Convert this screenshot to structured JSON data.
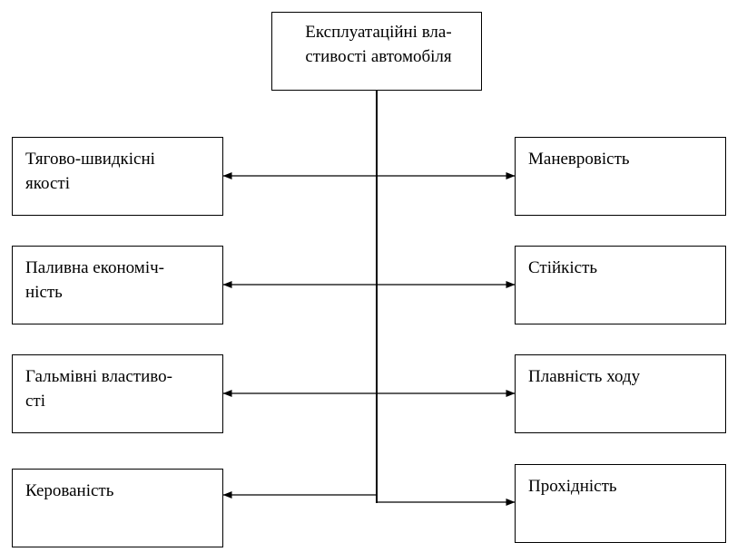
{
  "root": {
    "lines": [
      "Експлуатаційні вла-",
      "стивості автомобіля"
    ]
  },
  "left": [
    {
      "lines": [
        "Тягово-швидкісні",
        "якості"
      ]
    },
    {
      "lines": [
        "Паливна економіч-",
        "ність"
      ]
    },
    {
      "lines": [
        "Гальмівні властиво-",
        "сті"
      ]
    },
    {
      "lines": [
        "Керованість"
      ]
    }
  ],
  "right": [
    {
      "lines": [
        "Маневровість"
      ]
    },
    {
      "lines": [
        "Стійкість"
      ]
    },
    {
      "lines": [
        "Плавність ходу"
      ]
    },
    {
      "lines": [
        "Прохідність"
      ]
    }
  ]
}
